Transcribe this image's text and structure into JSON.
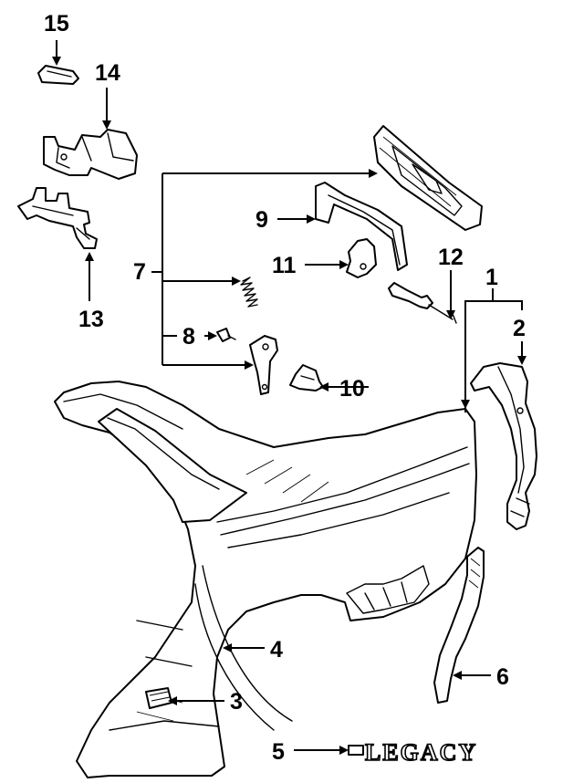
{
  "callouts": {
    "c1": "1",
    "c2": "2",
    "c3": "3",
    "c4": "4",
    "c5": "5",
    "c6": "6",
    "c7": "7",
    "c8": "8",
    "c9": "9",
    "c10": "10",
    "c11": "11",
    "c12": "12",
    "c13": "13",
    "c14": "14",
    "c15": "15"
  },
  "emblem": {
    "text": "LEGACY"
  },
  "colors": {
    "line": "#000000",
    "background": "#ffffff"
  }
}
